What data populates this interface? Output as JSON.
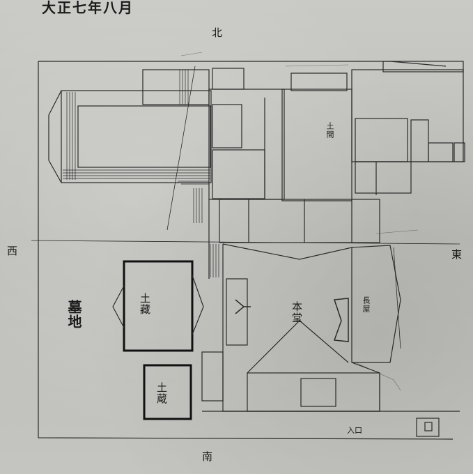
{
  "title": "大正七年八月",
  "directions": {
    "north": "北",
    "south": "南",
    "east": "東",
    "west": "西"
  },
  "rooms": {
    "kura_main": "土藏",
    "kura_small": "土蔵",
    "bochi": "墓地",
    "hondo": "本堂",
    "doma": "土間",
    "nagaya": "長屋",
    "entrance": "入口"
  }
}
